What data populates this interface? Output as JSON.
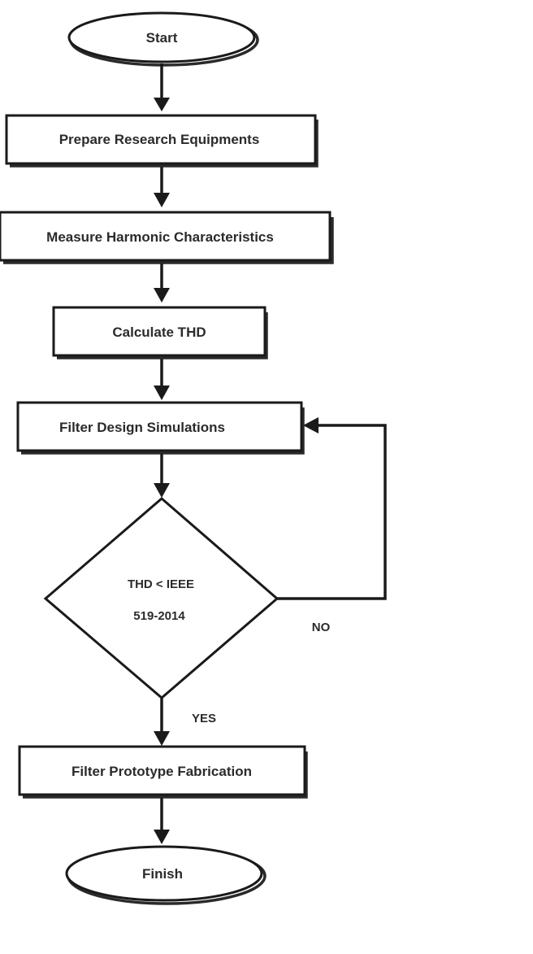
{
  "flowchart": {
    "start": "Start",
    "prepare": "Prepare Research Equipments",
    "measure": "Measure Harmonic Characteristics",
    "calculate": "Calculate THD",
    "simulate": "Filter Design Simulations",
    "decision_line1": "THD < IEEE",
    "decision_line2": "519-2014",
    "no_label": "NO",
    "yes_label": "YES",
    "fabricate": "Filter Prototype Fabrication",
    "finish": "Finish"
  }
}
